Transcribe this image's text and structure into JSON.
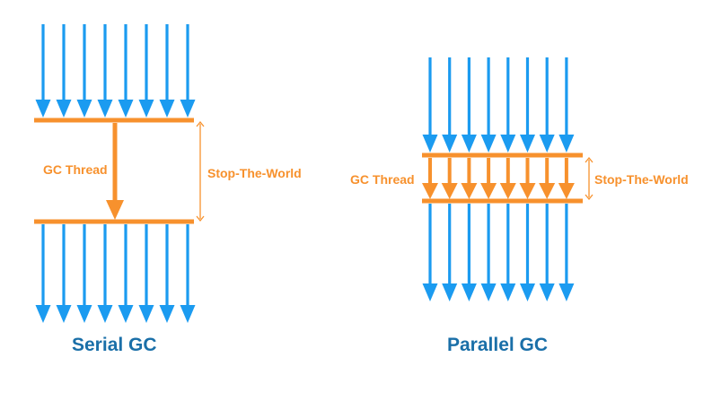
{
  "colors": {
    "app_thread": "#1b9bf0",
    "gc": "#f7912d",
    "title": "#1a6fa8",
    "background": "#ffffff"
  },
  "serial": {
    "title": "Serial GC",
    "gc_thread_label": "GC Thread",
    "stw_label": "Stop-The-World",
    "app_threads_before": 8,
    "app_threads_after": 8,
    "gc_threads": 1
  },
  "parallel": {
    "title": "Parallel GC",
    "gc_thread_label": "GC Thread",
    "stw_label": "Stop-The-World",
    "app_threads_before": 8,
    "app_threads_after": 8,
    "gc_threads": 8
  }
}
